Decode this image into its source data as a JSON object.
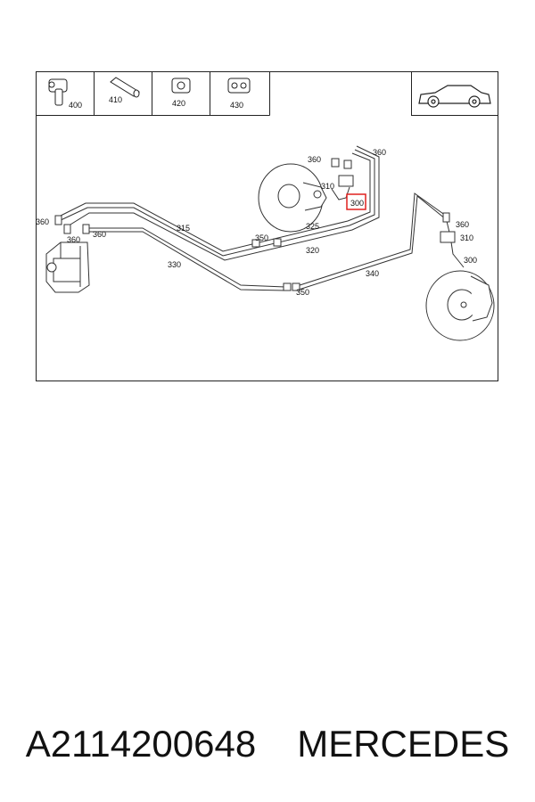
{
  "legend": [
    {
      "label": "400",
      "icon": "sensor-icon"
    },
    {
      "label": "410",
      "icon": "hose-icon"
    },
    {
      "label": "420",
      "icon": "clip-icon"
    },
    {
      "label": "430",
      "icon": "bracket-icon"
    }
  ],
  "vehicle_icon": "car-icon",
  "callouts": {
    "c300_left": "300",
    "c300_right": "300",
    "c310_left": "310",
    "c310_right": "310",
    "c315": "315",
    "c320": "320",
    "c325": "325",
    "c330": "330",
    "c340": "340",
    "c350_top": "350",
    "c350_bottom": "350",
    "c360_a": "360",
    "c360_b": "360",
    "c360_c": "360",
    "c360_d": "360",
    "c360_e": "360",
    "c360_f": "360"
  },
  "highlight_color": "#e0201f",
  "caption": {
    "part_number": "A2114200648",
    "brand": "MERCEDES"
  }
}
